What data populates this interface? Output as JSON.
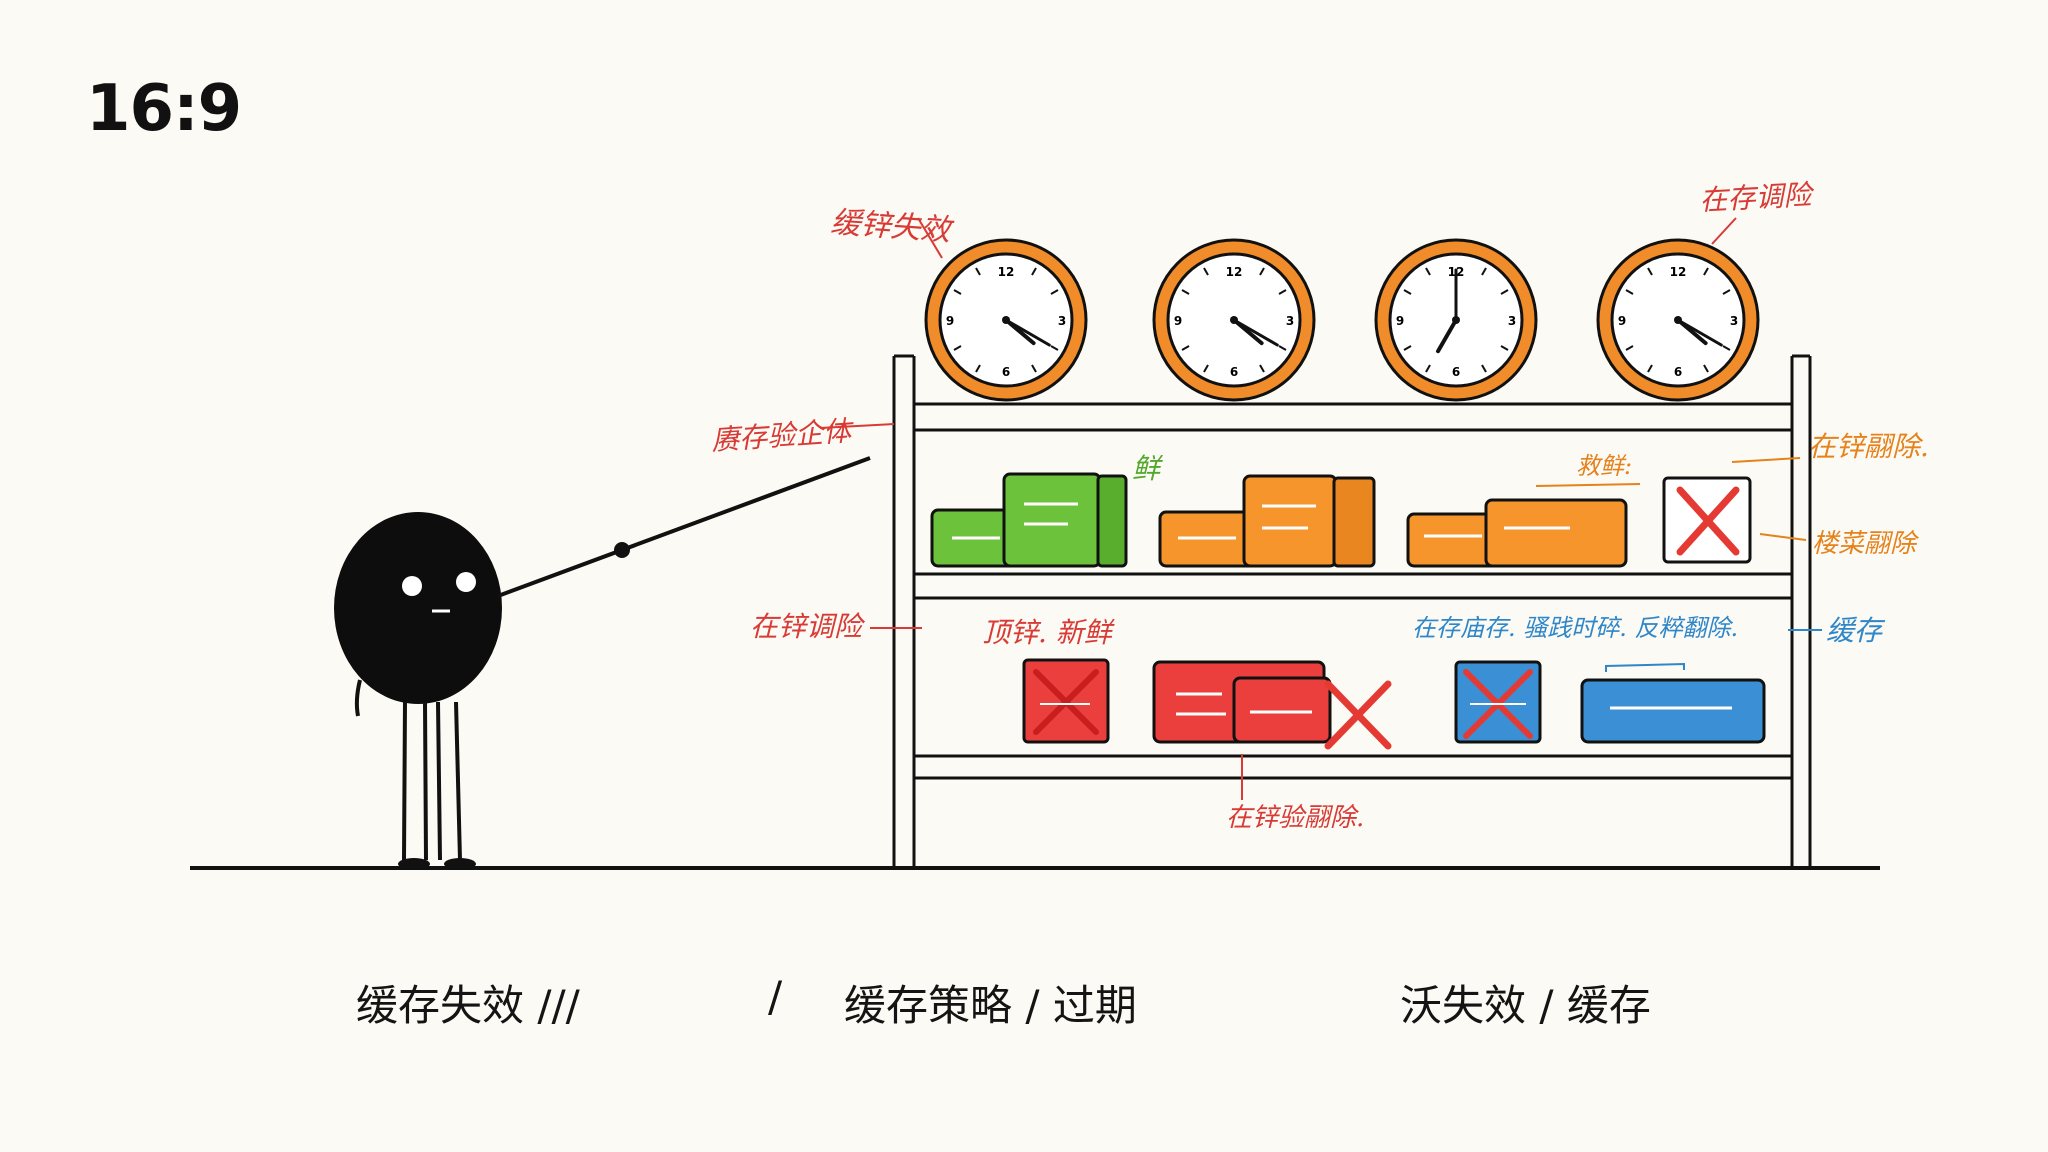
{
  "aspect_ratio": "16:9",
  "colors": {
    "paper": "#fbfaf4",
    "ink": "#111111",
    "clock_rim": "#f08c2a",
    "green": "#6cc23a",
    "orange": "#f5952c",
    "red": "#ea3f3d",
    "blue": "#3b8fd4",
    "note_red": "#d83a35",
    "note_orange": "#e5821c",
    "note_green": "#52a82c",
    "note_blue": "#2f86c8"
  },
  "clocks": [
    {
      "hours": 4,
      "minutes": 20
    },
    {
      "hours": 4,
      "minutes": 20
    },
    {
      "hours": 7,
      "minutes": 0
    },
    {
      "hours": 4,
      "minutes": 20
    }
  ],
  "clock_numerals": {
    "top": "12",
    "right": "3",
    "bottom": "6",
    "left": "9"
  },
  "annotations": {
    "clock1": "缓锌失效",
    "clock4": "在存调险",
    "shelf_left": "赓存验企体",
    "shelf1_green": "鲜",
    "shelf1_mid": "救鲜:",
    "shelf1_right_top": "在锌翮除.",
    "shelf1_right_bottom": "楼菜翮除",
    "shelf2_left": "在锌调险",
    "shelf2_red": "顶锌. 新鲜",
    "shelf2_blue": "在存庙存. 骚践时碎. 反粹翻除.",
    "shelf2_right": "缓存",
    "bottom_note": "在锌验翮除."
  },
  "captions": {
    "left": "缓存失效 ///",
    "slash": "/",
    "middle": "缓存策略 / 过期",
    "right": "沃失效 / 缓存"
  }
}
